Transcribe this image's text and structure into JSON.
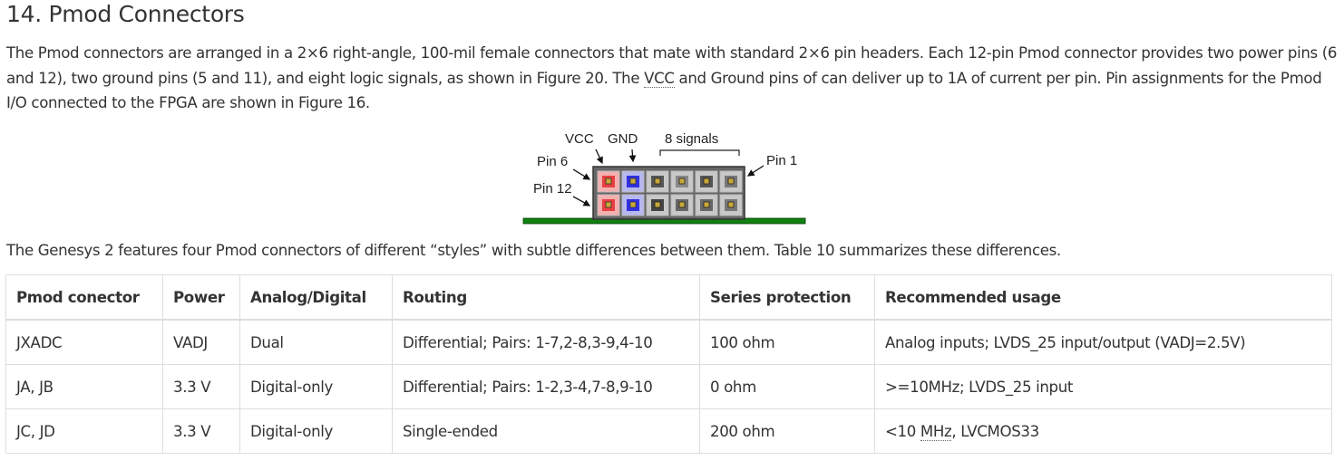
{
  "section": {
    "number": "14.",
    "title": "Pmod Connectors",
    "heading_text": "14. Pmod Connectors"
  },
  "intro": {
    "part1": "The Pmod connectors are arranged in a 2×6 right-angle, 100-mil female connectors that mate with standard 2×6 pin headers. Each 12-pin Pmod connector provides two power pins (6 and 12), two ground pins (5 and 11), and eight logic signals, as shown in Figure 20. The ",
    "abbr_vcc": "VCC",
    "part2": " and Ground pins of can deliver up to 1A of current per pin. Pin assignments for the Pmod I/O connected to the FPGA are shown in Figure 16."
  },
  "figure": {
    "labels": {
      "vcc": "VCC",
      "gnd": "GND",
      "signals": "8 signals",
      "pin6": "Pin 6",
      "pin12": "Pin 12",
      "pin1": "Pin 1"
    },
    "colors": {
      "vcc_pin": "#e84040",
      "gnd_pin": "#3030e0",
      "signal_pin": "#9a9a9a",
      "housing": "#555555",
      "pcb": "#108010",
      "pin_pad": "#c8a838"
    }
  },
  "summary": "The Genesys 2 features four Pmod connectors of different “styles” with subtle differences between them. Table 10 summarizes these differences.",
  "table": {
    "headers": [
      "Pmod conector",
      "Power",
      "Analog/Digital",
      "Routing",
      "Series protection",
      "Recommended usage"
    ],
    "rows": [
      [
        "JXADC",
        "VADJ",
        "Dual",
        "Differential; Pairs: 1-7,2-8,3-9,4-10",
        "100 ohm",
        "Analog inputs; LVDS_25 input/output (VADJ=2.5V)"
      ],
      [
        "JA, JB",
        "3.3 V",
        "Digital-only",
        "Differential; Pairs: 1-2,3-4,7-8,9-10",
        "0 ohm",
        ">=10MHz; LVDS_25 input"
      ],
      [
        "JC, JD",
        "3.3 V",
        "Digital-only",
        "Single-ended",
        "200 ohm",
        "<10 MHz, LVCMOS33"
      ]
    ],
    "last_usage": {
      "prefix": "<10 ",
      "abbr": "MHz",
      "suffix": ", LVCMOS33"
    }
  }
}
